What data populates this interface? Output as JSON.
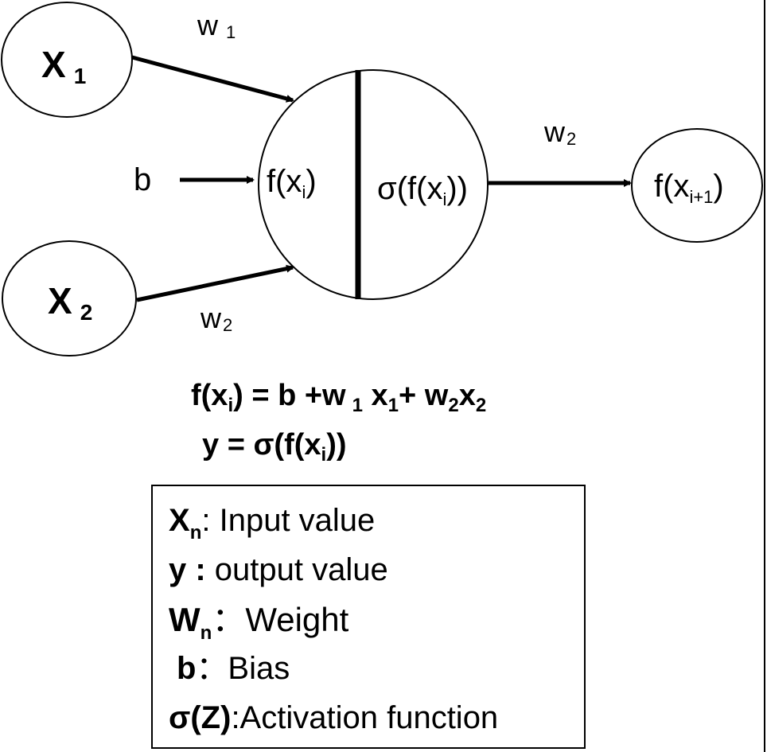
{
  "nodes": {
    "x1": {
      "symbol": "X",
      "sub": "1"
    },
    "x2": {
      "symbol": "X",
      "sub": "2"
    },
    "neuron_left": {
      "func": "f(x",
      "sub": "i",
      "close": ")"
    },
    "neuron_right": {
      "func": "σ(f(x",
      "sub": "i",
      "close": "))"
    },
    "output": {
      "func": "f(x",
      "sub": "i+1",
      "close": ")"
    }
  },
  "weights": {
    "w1": {
      "symbol": "w",
      "sub": "1"
    },
    "w2_input": {
      "symbol": "w",
      "sub": "2"
    },
    "w2_output": {
      "symbol": "w",
      "sub": "2"
    }
  },
  "bias_label": "b",
  "equations": {
    "eq1": {
      "lhs_a": "f(x",
      "lhs_sub": "i",
      "lhs_b": ") = b +w",
      "w1_sub": "1",
      "x1": " x",
      "x1_sub": "1",
      "plus": "+ w",
      "w2_sub": "2",
      "x2": "x",
      "x2_sub": "2"
    },
    "eq2": {
      "a": "y =  σ(f(x",
      "sub": "i",
      "b": "))"
    }
  },
  "legend": {
    "items": [
      {
        "term": "X",
        "term_sub": "n",
        "desc": ": Input value"
      },
      {
        "term": "y :",
        "term_sub": "",
        "desc": " output value"
      },
      {
        "term": "W",
        "term_sub": "n",
        "desc": "：Weight"
      },
      {
        "term": "b",
        "term_sub": "",
        "desc": "：Bias"
      },
      {
        "term": "σ(Z)",
        "term_sub": "",
        "desc": ":Activation function"
      }
    ]
  },
  "colors": {
    "stroke": "#000000",
    "background": "#ffffff"
  }
}
